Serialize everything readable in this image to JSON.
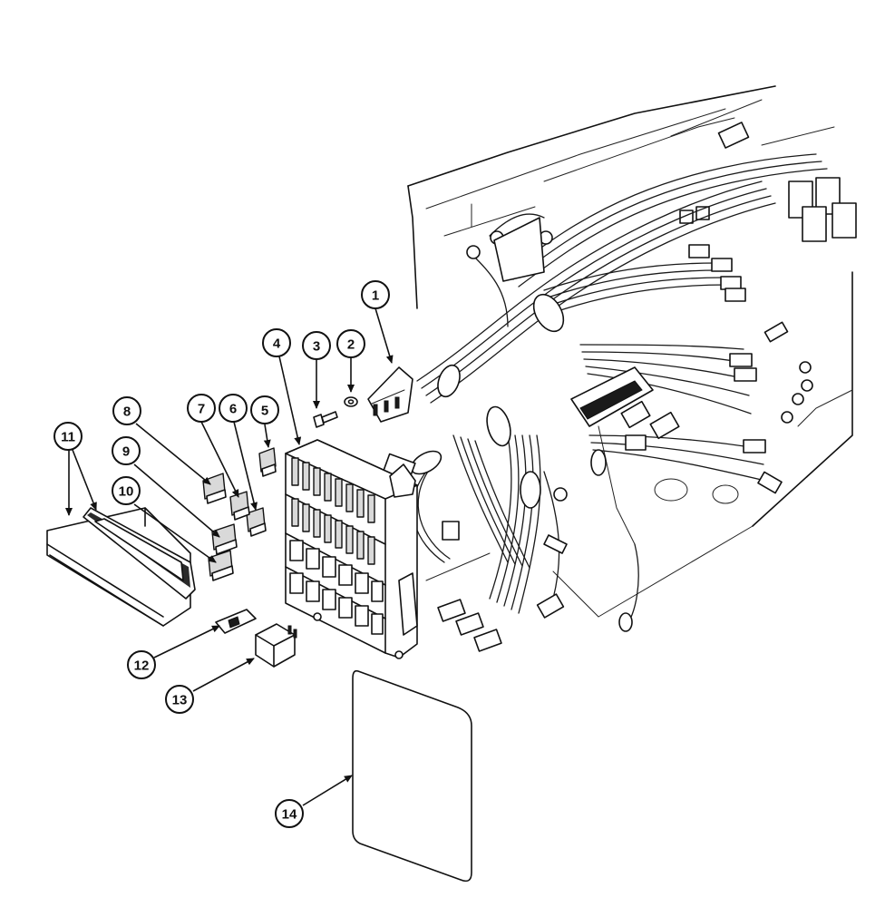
{
  "callouts": [
    {
      "id": "c1",
      "label": "1"
    },
    {
      "id": "c2",
      "label": "2"
    },
    {
      "id": "c3",
      "label": "3"
    },
    {
      "id": "c4",
      "label": "4"
    },
    {
      "id": "c5",
      "label": "5"
    },
    {
      "id": "c6",
      "label": "6"
    },
    {
      "id": "c7",
      "label": "7"
    },
    {
      "id": "c8",
      "label": "8"
    },
    {
      "id": "c9",
      "label": "9"
    },
    {
      "id": "c10",
      "label": "10"
    },
    {
      "id": "c11",
      "label": "11"
    },
    {
      "id": "c12",
      "label": "12"
    },
    {
      "id": "c13",
      "label": "13"
    },
    {
      "id": "c14",
      "label": "14"
    }
  ],
  "colors": {
    "ink": "#111111",
    "paper": "#ffffff"
  }
}
